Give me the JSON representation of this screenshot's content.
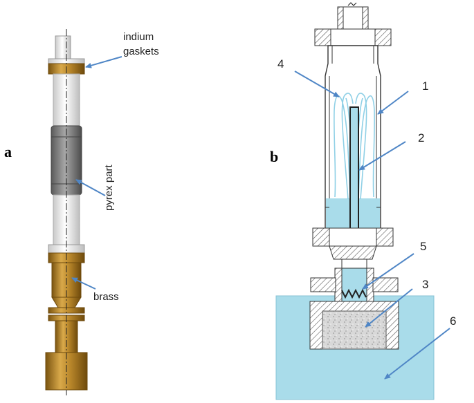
{
  "panels": {
    "a": {
      "label": "a",
      "annotations": {
        "gaskets_line1": "indium",
        "gaskets_line2": "gaskets",
        "pyrex": "pyrex part",
        "brass": "brass"
      }
    },
    "b": {
      "label": "b",
      "numbers": [
        "1",
        "2",
        "3",
        "4",
        "5",
        "6"
      ]
    }
  },
  "colors": {
    "arrow": "#4f86c6",
    "brass": "#b8862a",
    "pyrex": "#8c8c8c",
    "water": "#a9dcea",
    "hatch": "#555555"
  }
}
